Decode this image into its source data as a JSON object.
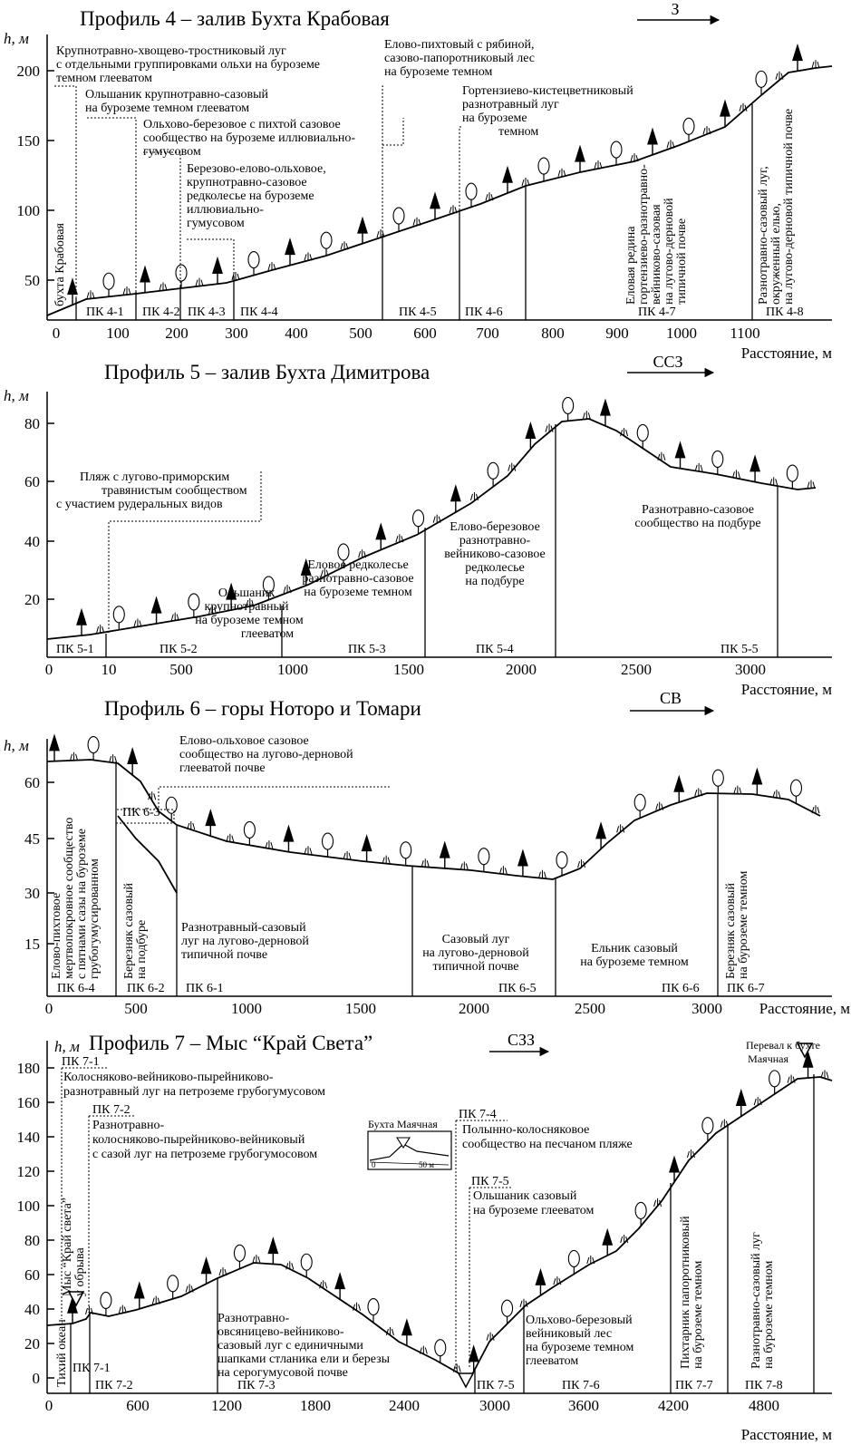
{
  "axis": {
    "h_label": "h, м",
    "distance_label": "Расстояние, м"
  },
  "colors": {
    "ink": "#000000",
    "paper": "#ffffff"
  },
  "profiles": [
    {
      "title": "Профиль 4 – залив Бухта Крабовая",
      "direction": "З",
      "y_ticks": [
        "50",
        "100",
        "150",
        "200"
      ],
      "x_ticks": [
        "0",
        "100",
        "200",
        "300",
        "400",
        "500",
        "600",
        "700",
        "800",
        "900",
        "1000",
        "1100"
      ],
      "pk": [
        "ПК 4-1",
        "ПК 4-2",
        "ПК 4-3",
        "ПК 4-4",
        "ПК 4-5",
        "ПК 4-6",
        "ПК 4-7",
        "ПК 4-8"
      ],
      "labels": [
        [
          "Крупнотравно-хвощево-тростниковый луг",
          "с отдельными группировками ольхи на буроземе",
          "темном глееватом"
        ],
        [
          "Ольшаник крупнотравно-сазовый",
          "на буроземе темном глееватом"
        ],
        [
          "Ольхово-березовое с пихтой сазовое",
          "сообщество на буроземе иллювиально-",
          "гумусовом"
        ],
        [
          "Березово-елово-ольховое,",
          "крупнотравно-сазовое",
          "редколесье на буроземе",
          "иллювиально-",
          "гумусовом"
        ],
        [
          "Елово-пихтовый с рябиной,",
          "сазово-папоротниковый лес",
          "на буроземе темном"
        ],
        [
          "Гортензиево-кистецветниковый",
          "разнотравный луг",
          "на буроземе",
          "темном"
        ]
      ],
      "vertical_labels": [
        [
          "бухта Крабовая"
        ],
        [
          "Еловая редина",
          "гортензиево-разнотравно-",
          "вейниково-сазовая",
          "на лугово-дерновой",
          "типичной почве"
        ],
        [
          "Разнотравно-сазовый луг,",
          "окруженный елью,",
          "на лугово-дерновой типичной почве"
        ]
      ]
    },
    {
      "title": "Профиль 5 – залив Бухта Димитрова",
      "direction": "ССЗ",
      "y_ticks": [
        "20",
        "40",
        "60",
        "80"
      ],
      "x_ticks": [
        "0",
        "10",
        "500",
        "1000",
        "1500",
        "2000",
        "2500",
        "3000"
      ],
      "pk": [
        "ПК 5-1",
        "ПК 5-2",
        "ПК 5-3",
        "ПК 5-4",
        "ПК 5-5"
      ],
      "labels": [
        [
          "Пляж с лугово-приморским",
          "травянистым сообществом",
          "с участием рудеральных видов"
        ],
        [
          "Ольшаник",
          "крупнотравный",
          "на буроземе темном",
          "глееватом"
        ],
        [
          "Еловое редколесье",
          "разнотравно-сазовое",
          "на буроземе темном"
        ],
        [
          "Елово-березовое",
          "разнотравно-",
          "вейниково-сазовое",
          "редколесье",
          "на подбуре"
        ],
        [
          "Разнотравно-сазовое",
          "сообщество на подбуре"
        ]
      ]
    },
    {
      "title": "Профиль 6 – горы Ноторо и Томари",
      "direction": "СВ",
      "y_ticks": [
        "15",
        "30",
        "45",
        "60"
      ],
      "x_ticks": [
        "0",
        "500",
        "1000",
        "1500",
        "2000",
        "2500",
        "3000"
      ],
      "pk": [
        "ПК 6-4",
        "ПК 6-2",
        "ПК 6-1",
        "ПК 6-5",
        "ПК 6-6",
        "ПК 6-7",
        "ПК 6-3"
      ],
      "labels": [
        [
          "Елово-ольховое сазовое",
          "сообщество на лугово-дерновой",
          "глееватой почве"
        ],
        [
          "Разнотравный-сазовый",
          "луг на лугово-дерновой",
          "типичной почве"
        ],
        [
          "Сазовый луг",
          "на лугово-дерновой",
          "типичной почве"
        ],
        [
          "Ельник сазовый",
          "на буроземе темном"
        ]
      ],
      "vertical_labels": [
        [
          "Елово-пихтовое",
          "мертвопокровное сообщество",
          "с пятнами сазы на буроземе",
          "грубогумусированном"
        ],
        [
          "Березняк сазовый",
          "на подбуре"
        ],
        [
          "Березняк сазовый",
          "на буроземе темном"
        ]
      ]
    },
    {
      "title": "Профиль 7 – Мыс “Край Света”",
      "direction": "СЗЗ",
      "y_ticks": [
        "0",
        "20",
        "40",
        "60",
        "80",
        "100",
        "120",
        "140",
        "160",
        "180"
      ],
      "x_ticks": [
        "0",
        "600",
        "1200",
        "1800",
        "2400",
        "3000",
        "3600",
        "4200",
        "4800"
      ],
      "pk": [
        "ПК 7-1",
        "ПК 7-2",
        "ПК 7-3",
        "ПК 7-5",
        "ПК 7-6",
        "ПК 7-7",
        "ПК 7-8"
      ],
      "pk_top": [
        "ПК 7-1",
        "ПК 7-2",
        "ПК 7-4",
        "ПК 7-5"
      ],
      "labels": [
        [
          "Колосняково-вейниково-пырейниково-",
          "разнотравный луг на петроземе грубогумусовом"
        ],
        [
          "Разнотравно-",
          "колосняково-пырейниково-вейниковый",
          "с сазой луг на петроземе грубогумосовом"
        ],
        [
          "Полынно-колосняковое",
          "сообщество на песчаном пляже"
        ],
        [
          "Ольшаник сазовый",
          "на буроземе глееватом"
        ],
        [
          "Разнотравно-",
          "овсяницево-вейниково-",
          "сазовый луг с единичными",
          "шапками стланика ели и березы",
          "на серогумусовой почве"
        ],
        [
          "Ольхово-березовый",
          "вейниковый лес",
          "на буроземе темном",
          "глееватом"
        ],
        [
          "Перевал к бухте",
          "Маячная"
        ]
      ],
      "vertical_labels": [
        [
          "Тихий океан"
        ],
        [
          "Мыс “Край света”",
          "у обрыва"
        ],
        [
          "Пихтарник папоротниковый",
          "на буроземе темном"
        ],
        [
          "Разнотравно-сазовый луг",
          "на буроземе темном"
        ]
      ],
      "inset": {
        "title": "Бухта Маячная",
        "scale_start": "0",
        "scale_end": "50 м"
      }
    }
  ]
}
